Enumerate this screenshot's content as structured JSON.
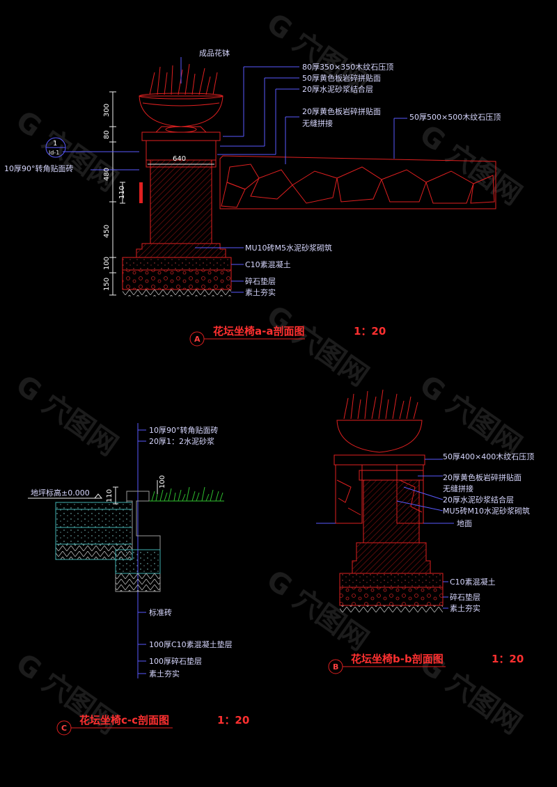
{
  "section_a": {
    "title": "花坛坐椅a-a剖面图",
    "scale": "1：20",
    "badge": "A",
    "detail_ref_num": "1",
    "detail_ref_sheet": "ld-1",
    "width_dim": "640",
    "dims": [
      "300",
      "80",
      "480",
      "110",
      "450",
      "100",
      "150"
    ],
    "labels": {
      "planter": "成品花钵",
      "cap": "80厚350×350木纹石压顶",
      "veneer": "50厚黄色板岩碎拼贴面",
      "bond": "20厚水泥砂浆结合层",
      "wall_veneer_1": "20厚黄色板岩碎拼贴面",
      "wall_veneer_2": "无缝拼接",
      "wall_cap": "50厚500×500木纹石压顶",
      "corner_tile": "10厚90°转角贴面砖",
      "masonry": "MU10砖M5水泥砂浆砌筑",
      "concrete": "C10素混凝土",
      "gravel": "碎石垫层",
      "soil": "素土夯实"
    }
  },
  "section_c": {
    "title": "花坛坐椅c-c剖面图",
    "scale": "1：20",
    "badge": "C",
    "dims": [
      "100",
      "110"
    ],
    "labels": {
      "corner_tile": "10厚90°转角贴面砖",
      "mortar": "20厚1：2水泥砂浆",
      "ground_level": "地坪标高±0.000",
      "brick": "标准砖",
      "concrete": "100厚C10素混凝土垫层",
      "gravel": "100厚碎石垫层",
      "soil": "素土夯实"
    }
  },
  "section_b": {
    "title": "花坛坐椅b-b剖面图",
    "scale": "1：20",
    "badge": "B",
    "labels": {
      "cap": "50厚400×400木纹石压顶",
      "veneer_1": "20厚黄色板岩碎拼贴面",
      "veneer_2": "无缝拼接",
      "bond": "20厚水泥砂浆结合层",
      "masonry": "MU5砖M10水泥砂浆砌筑",
      "ground": "地面",
      "concrete": "C10素混凝土",
      "gravel": "碎石垫层",
      "soil": "素土夯实"
    }
  },
  "colors": {
    "background": "#000000",
    "outline_red": "#e02020",
    "label_text": "#d8d8ff",
    "title_red": "#ff3030",
    "leader_blue": "#5a5aff",
    "grass_green": "#2fbf2f"
  }
}
